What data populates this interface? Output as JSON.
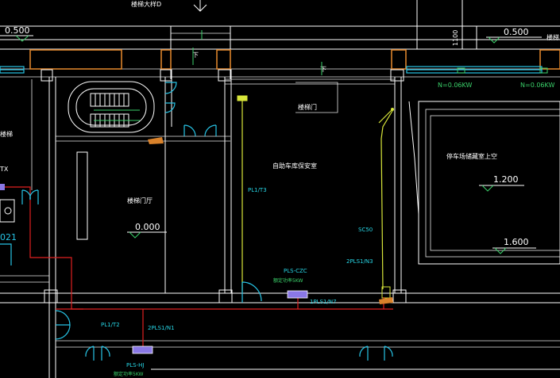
{
  "labels": {
    "top_header": "楼梯大样D",
    "level_left": "0.500",
    "level_right": "0.500",
    "level_right_tag": "楼梯",
    "dim_1100": "1100",
    "arrow_down_left": "下",
    "arrow_down_mid": "下",
    "power_left": "N=0.06KW",
    "power_right": "N=0.06KW",
    "room_stair_door": "楼梯门",
    "room_parking": "自助车库保安室",
    "room_lobby": "楼梯门厅",
    "room_storage": "停车场储藏室上空",
    "level_lobby": "0.000",
    "level_1200": "1.200",
    "level_1600": "1.600",
    "circuit_pl1_t3": "PL1/T3",
    "circuit_sc50": "SC50",
    "circuit_2pls1_n3": "2PLS1/N3",
    "panel_czc": "PLS-CZC",
    "panel_czc_power": "额定功率5KW",
    "circuit_1pls1_n7": "1PLS1/N7",
    "circuit_pl1_t2": "PL1/T2",
    "circuit_2pls1_n1": "2PLS1/N1",
    "panel_hj": "PLS-HJ",
    "panel_hj_power": "额定功率5KW",
    "left_edge_1": "楼梯",
    "left_edge_2": "TX",
    "left_edge_3": "021"
  },
  "colors": {
    "background": "#000000",
    "wall": "#ffffff",
    "column": "#d9822b",
    "door": "#27c4e6",
    "text_green": "#3ad16a",
    "cable_yellow": "#d8e63a",
    "cable_red": "#e02020",
    "panel": "#8a78e6"
  }
}
